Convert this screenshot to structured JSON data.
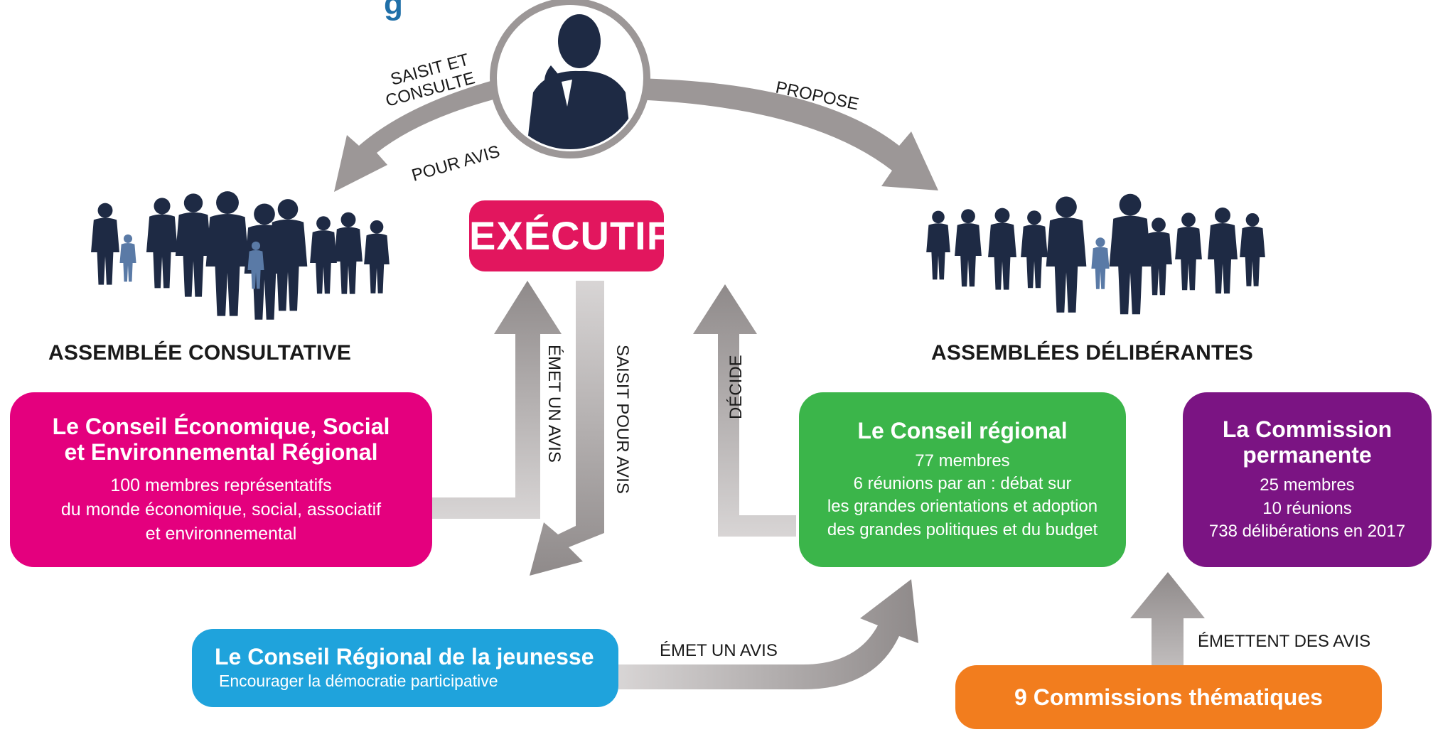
{
  "colors": {
    "executif": "#e2165e",
    "cesr": "#e4007e",
    "conseil_regional": "#3bb54a",
    "commission_permanente": "#7b1483",
    "jeunesse": "#1fa3dc",
    "commissions": "#f27d1e",
    "arrow": "#a8a3a3",
    "silhouette": "#1e2a44",
    "partial_title": "#1f6fa8"
  },
  "icons": {
    "executive": "executive-person-icon",
    "left_group": "consultative-people-icon",
    "right_group": "deliberative-people-icon"
  },
  "partial_title": "g",
  "executif": {
    "label": "EXÉCUTIF"
  },
  "arrow_labels": {
    "saisit_et": "SAISIT ET",
    "consulte": "CONSULTE",
    "pour_avis": "POUR AVIS",
    "propose": "PROPOSE",
    "emet_un_avis_vertical": "ÉMET UN AVIS",
    "saisit_pour_avis": "SAISIT POUR AVIS",
    "decide": "DÉCIDE",
    "emet_un_avis_horizontal": "ÉMET UN AVIS",
    "emettent_des_avis": "ÉMETTENT DES AVIS"
  },
  "headers": {
    "consultative": "ASSEMBLÉE CONSULTATIVE",
    "deliberantes": "ASSEMBLÉES DÉLIBÉRANTES"
  },
  "cesr": {
    "title_1": "Le Conseil Économique, Social",
    "title_2": "et Environnemental Régional",
    "line_1": "100 membres représentatifs",
    "line_2": "du monde économique, social, associatif",
    "line_3": "et environnemental"
  },
  "conseil_regional": {
    "title": "Le Conseil régional",
    "line_1": "77 membres",
    "line_2": "6 réunions par an : débat sur",
    "line_3": "les grandes orientations et adoption",
    "line_4": "des grandes politiques et du budget"
  },
  "commission_permanente": {
    "title_1": "La Commission",
    "title_2": "permanente",
    "line_1": "25 membres",
    "line_2": "10 réunions",
    "line_3": "738 délibérations en 2017"
  },
  "jeunesse": {
    "title": "Le Conseil Régional de la jeunesse",
    "subtitle": "Encourager la démocratie participative"
  },
  "commissions_thematiques": {
    "label": "9 Commissions thématiques"
  }
}
